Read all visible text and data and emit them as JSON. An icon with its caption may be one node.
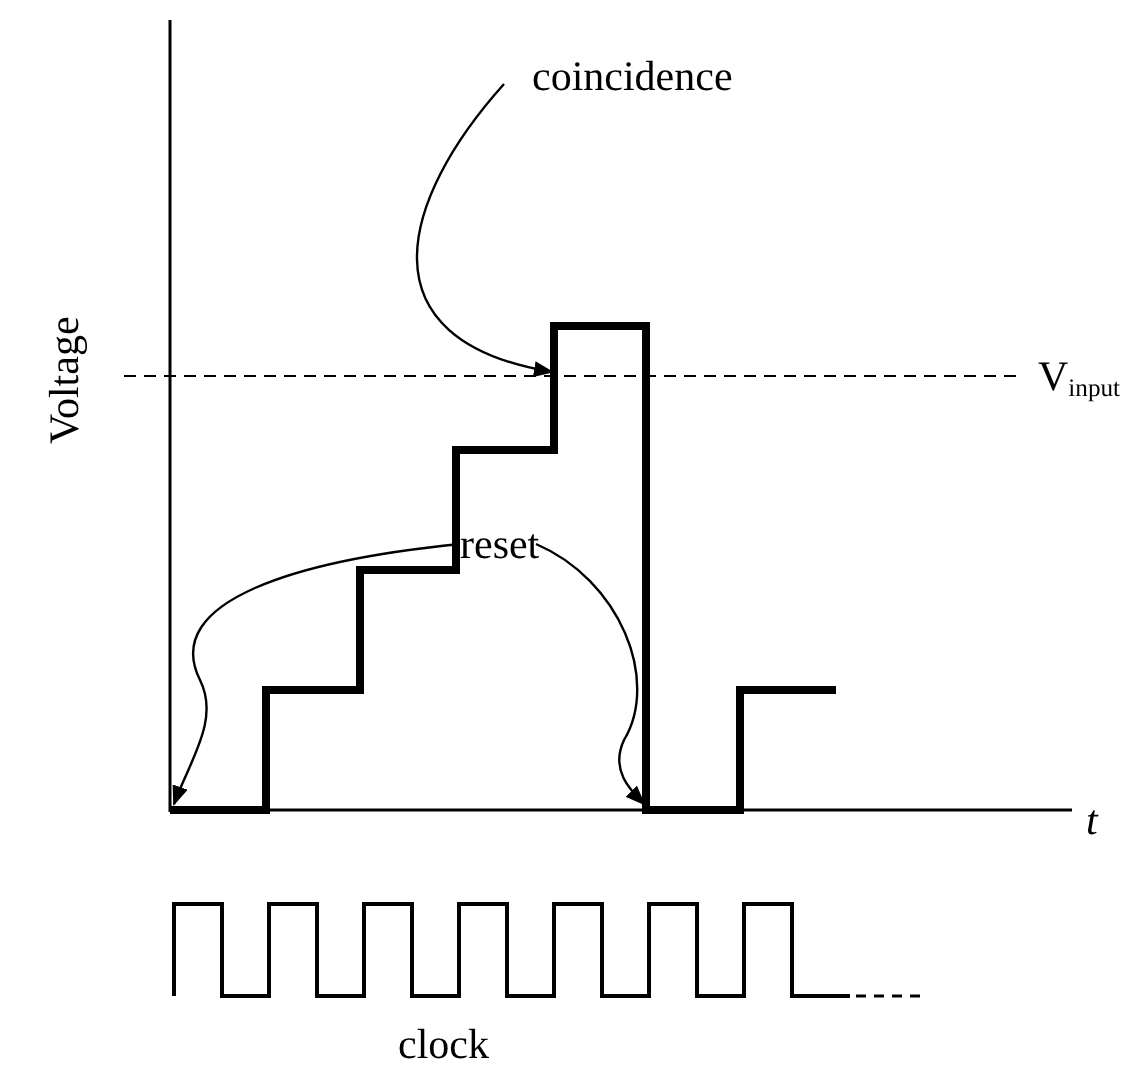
{
  "diagram": {
    "nodes": [
      {
        "text": [
          "coincidence"
        ]
      },
      {
        "text": [
          "reset"
        ]
      }
    ],
    "edges": [
      {
        "from": 0,
        "to": null,
        "arrow": "to"
      },
      {
        "from": 1,
        "to": null,
        "arrow": "to"
      },
      {
        "from": 1,
        "to": null,
        "arrow": "to"
      }
    ],
    "labels": [
      "Voltage",
      "V$_{input}$",
      "t",
      "clock"
    ]
  }
}
